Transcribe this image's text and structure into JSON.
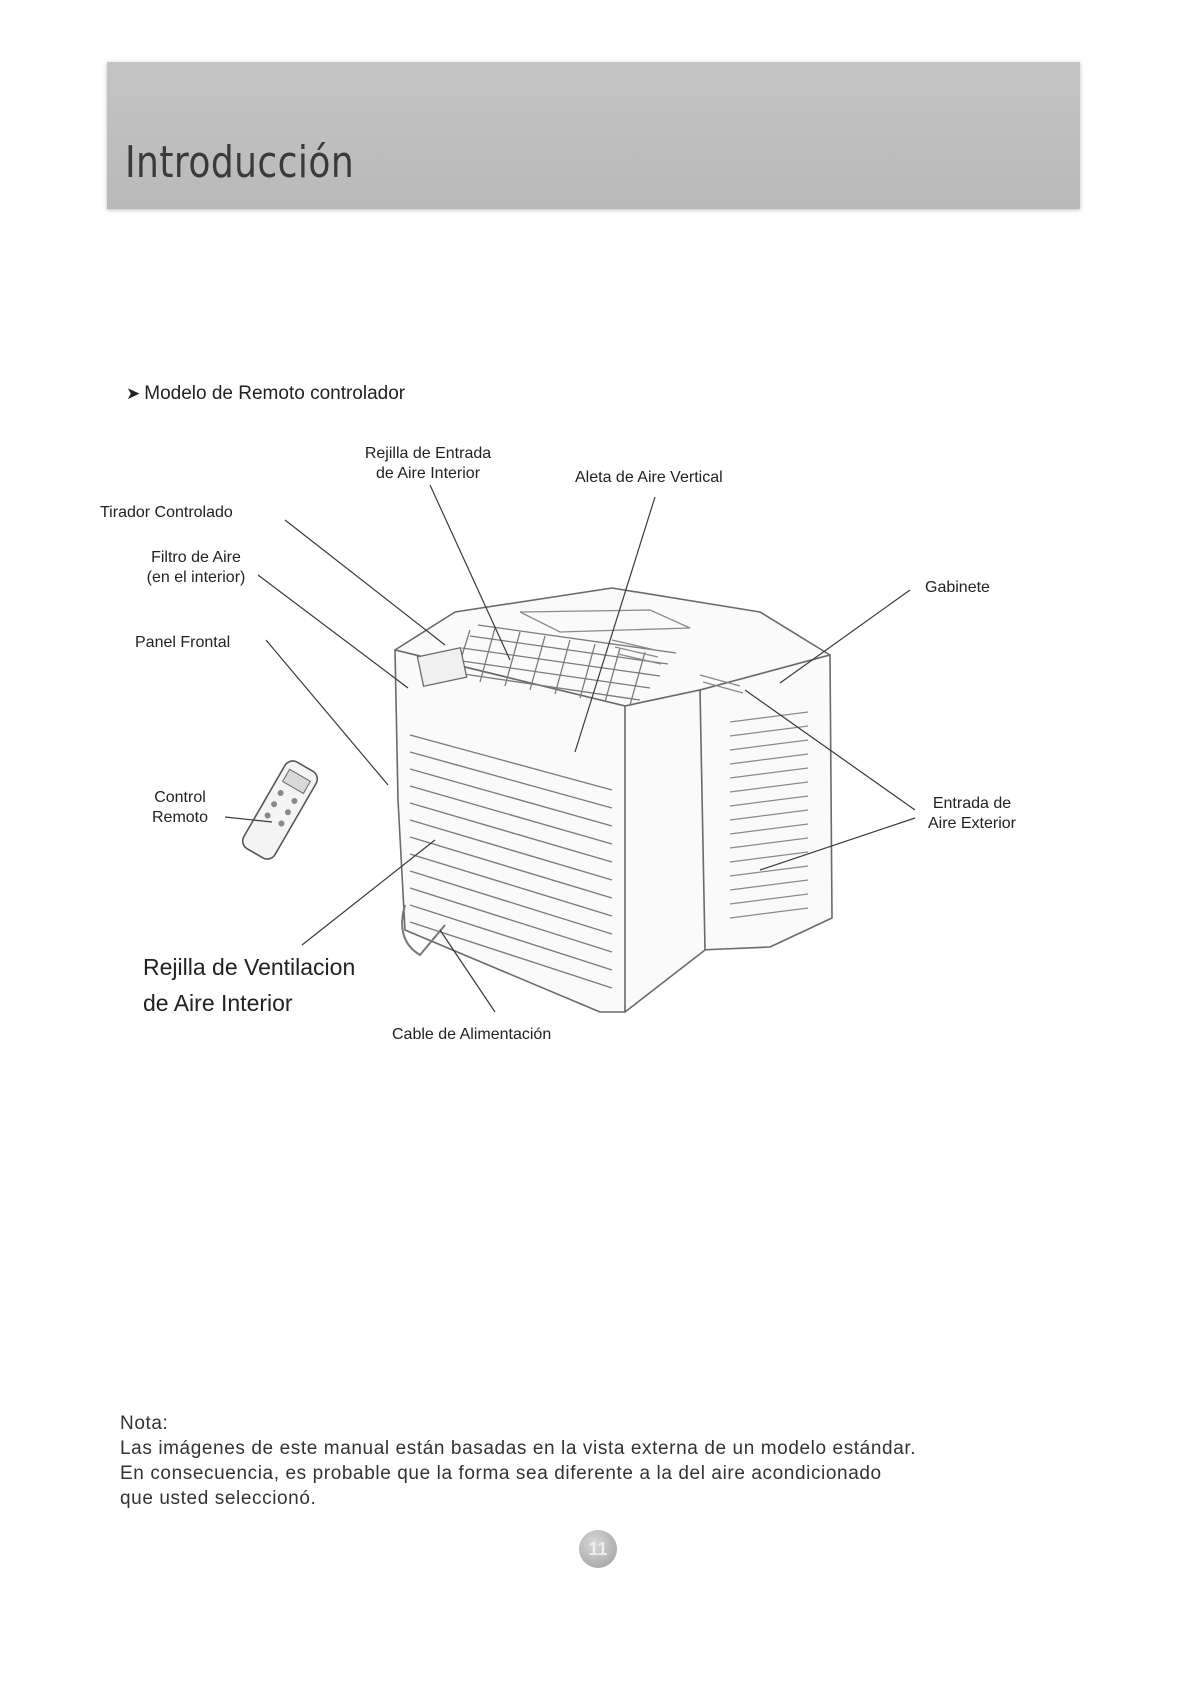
{
  "header": {
    "title": "Introducción"
  },
  "section": {
    "heading": "Modelo de Remoto controlador"
  },
  "labels": {
    "rejilla_entrada": [
      "Rejilla de Entrada",
      "de Aire Interior"
    ],
    "aleta": "Aleta de Aire Vertical",
    "tirador": "Tirador Controlado",
    "filtro": [
      "Filtro de Aire",
      "(en el interior)"
    ],
    "gabinete": "Gabinete",
    "panel": "Panel Frontal",
    "control": [
      "Control",
      "Remoto"
    ],
    "entrada_exterior": [
      "Entrada de",
      "Aire Exterior"
    ],
    "rejilla_ventilacion": [
      "Rejilla de Ventilacion",
      "de Aire Interior"
    ],
    "cable": "Cable de Alimentación"
  },
  "note": {
    "heading": "Nota:",
    "lines": [
      "Las imágenes de este manual están basadas en la vista externa de un modelo estándar.",
      "En consecuencia, es probable que la forma sea diferente a la del aire acondicionado",
      "que usted seleccionó."
    ]
  },
  "page": {
    "number": "11"
  }
}
